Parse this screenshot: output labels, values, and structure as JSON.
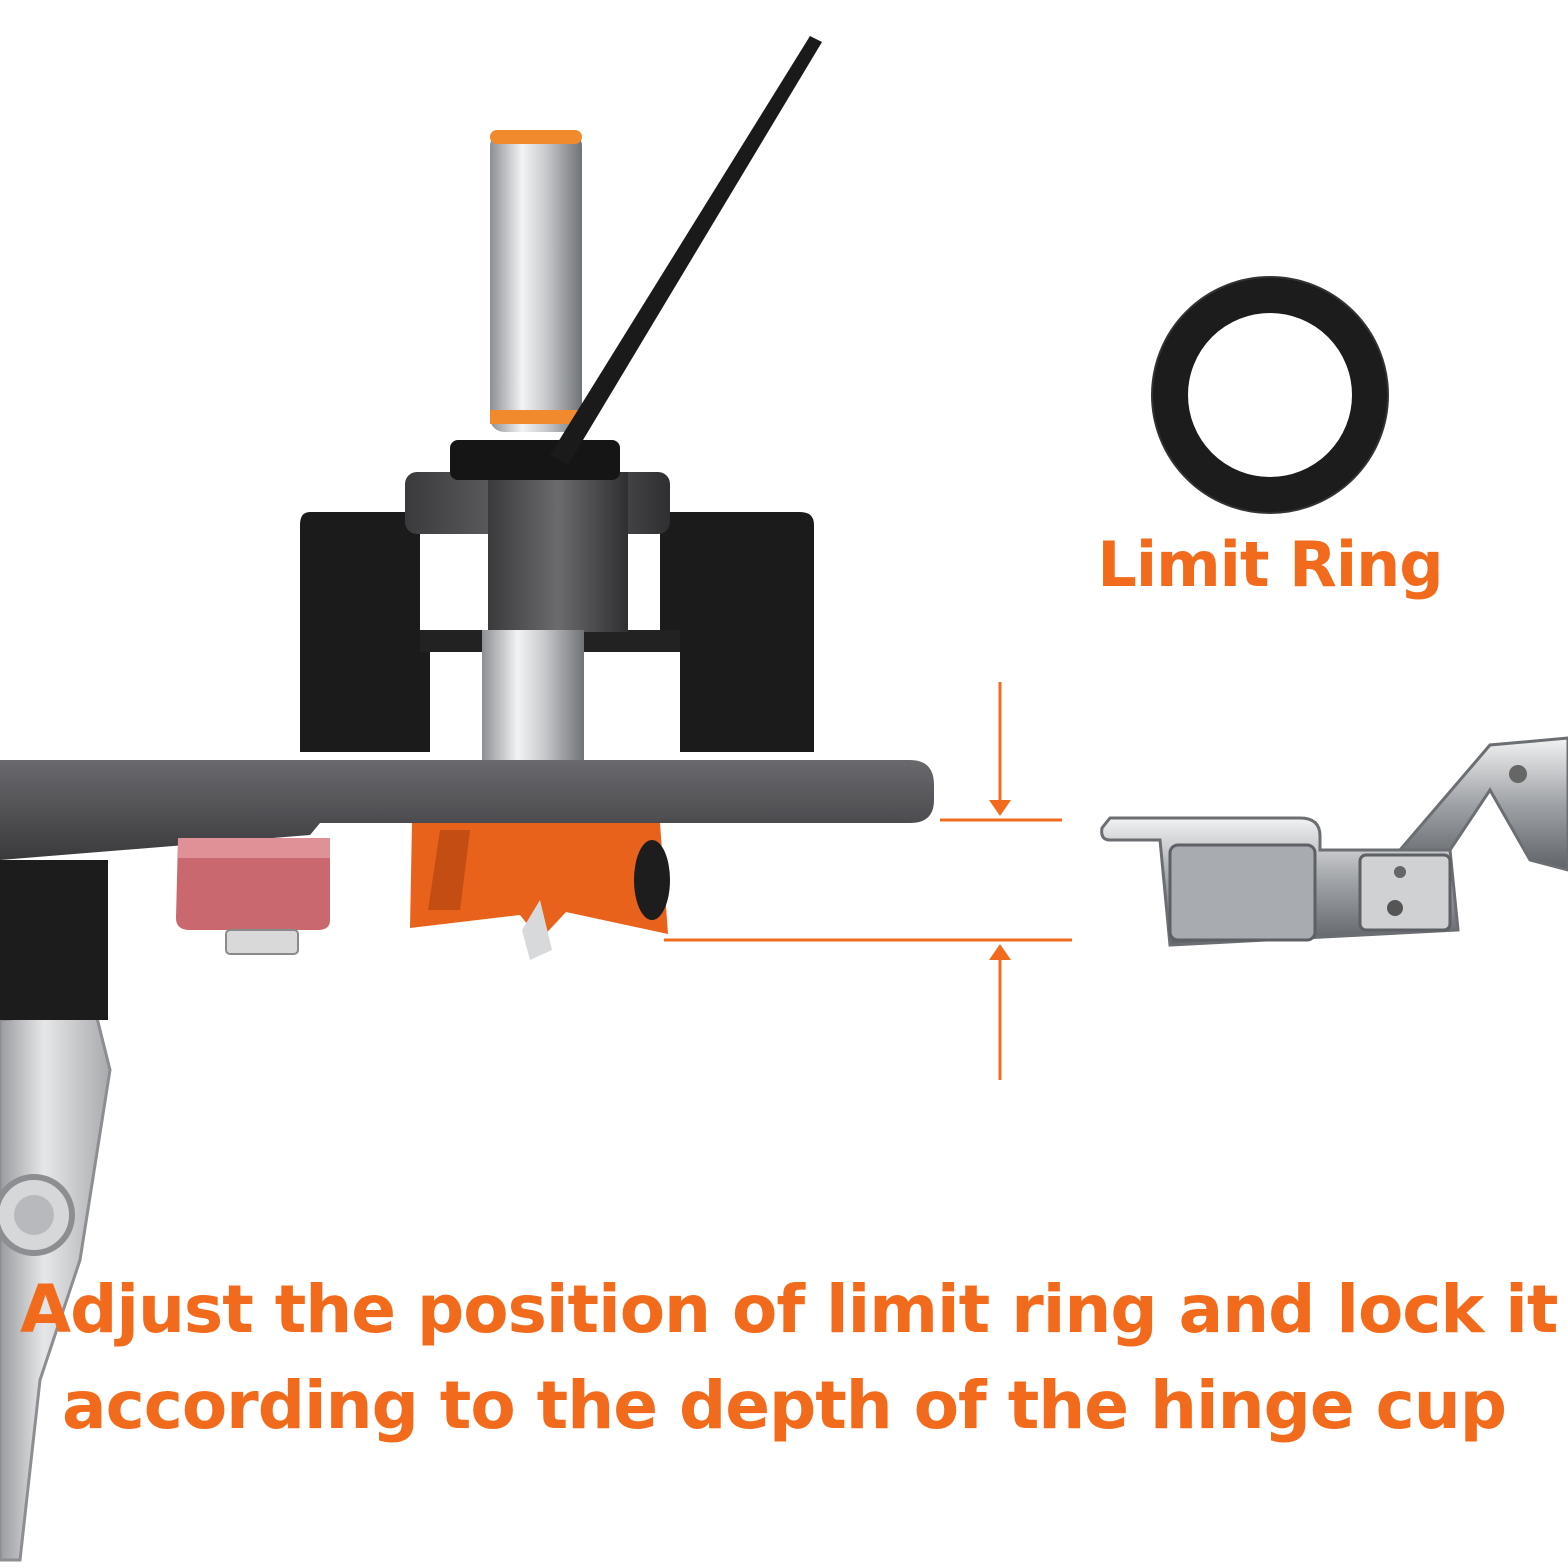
{
  "limit_ring": {
    "label": "Limit Ring"
  },
  "caption": {
    "line1": "Adjust the position of limit ring and lock it",
    "line2": "according to the depth of the hinge cup"
  },
  "colors": {
    "accent": "#f26b1d",
    "jig_black": "#1a1a1a",
    "plate_gray": "#4a4a4d",
    "stop_pink": "#c9686f",
    "steel": "#c7c9cc"
  },
  "icons": [
    "drill-bit-icon",
    "hex-key-icon",
    "limit-ring-icon",
    "hinge-icon",
    "dimension-arrow-icon"
  ]
}
